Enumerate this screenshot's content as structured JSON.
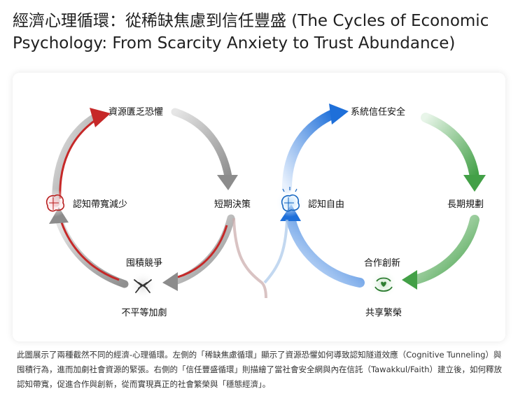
{
  "title": "經濟心理循環：從稀缺焦慮到信任豐盛 (The Cycles of Economic Psychology: From Scarcity Anxiety to Trust Abundance)",
  "diagram": {
    "left_cycle": {
      "nodes": {
        "top": "資源匱乏恐懼",
        "right": "短期決策",
        "bottom_top": "囤積競爭",
        "bottom": "不平等加劇",
        "left": "認知帶寬減少"
      },
      "icon": "brain-icon-red",
      "bottom_icon": "grasping-hands-icon"
    },
    "right_cycle": {
      "nodes": {
        "top": "系統信任安全",
        "right": "長期規劃",
        "bottom_top": "合作創新",
        "bottom": "共享繁榮",
        "left": "認知自由"
      },
      "icon": "brain-icon-blue",
      "bottom_icon": "sharing-hands-icon"
    },
    "colors": {
      "left_accent": "#c62828",
      "right_accent": "#1e6fd9",
      "right_green": "#4caf50",
      "gray": "#9e9e9e"
    }
  },
  "caption": "此圖展示了兩種截然不同的經濟-心理循環。左側的「稀缺焦慮循環」顯示了資源恐懼如何導致認知隧道效應（Cognitive Tunneling）與囤積行為，進而加劇社會資源的緊張。右側的「信任豐盛循環」則描繪了當社會安全網與內在信託（Tawakkul/Faith）建立後，如何釋放認知帶寬，促進合作與創新，從而實現真正的社會繁榮與「穩態經濟」。"
}
